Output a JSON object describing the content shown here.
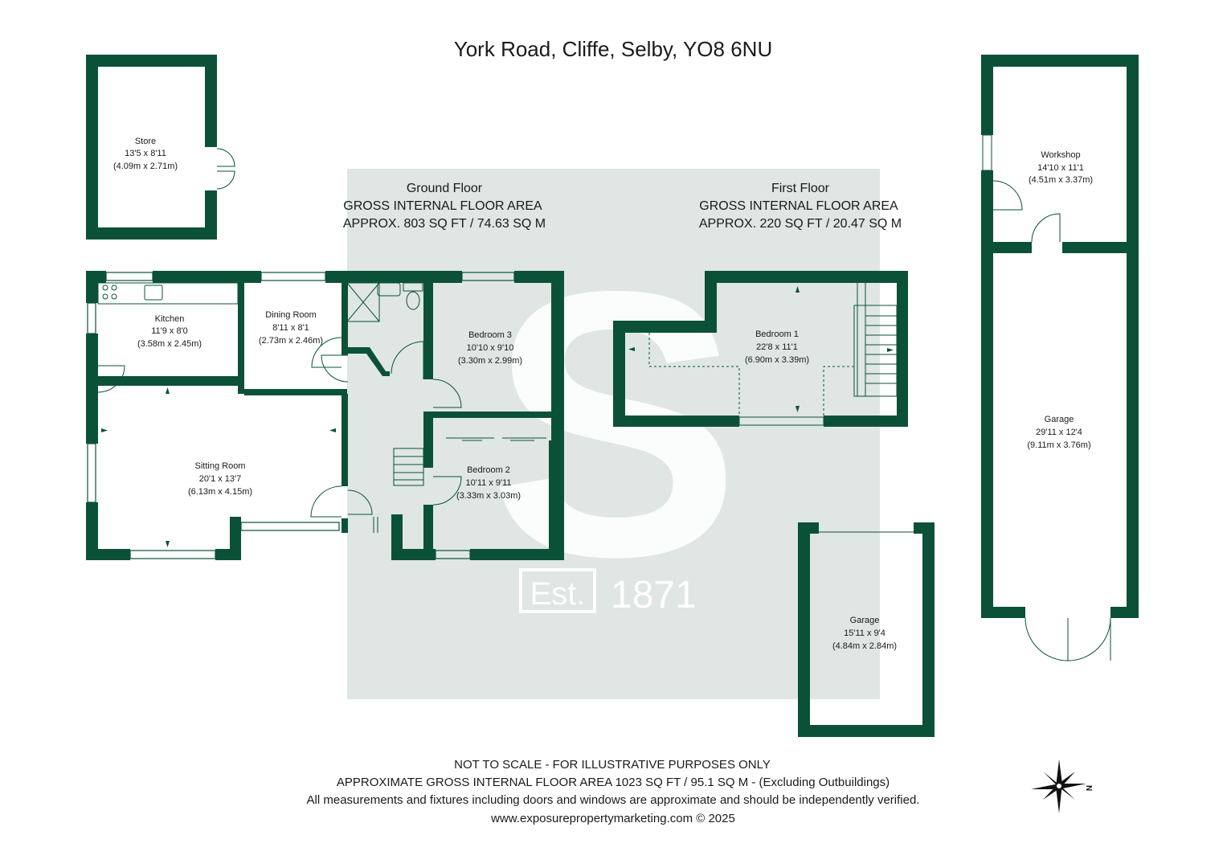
{
  "title": "York Road, Cliffe, Selby, YO8 6NU",
  "floors": {
    "ground": {
      "name": "Ground Floor",
      "area_label": "GROSS INTERNAL FLOOR AREA",
      "area": "APPROX. 803 SQ FT / 74.63 SQ M"
    },
    "first": {
      "name": "First Floor",
      "area_label": "GROSS INTERNAL FLOOR AREA",
      "area": "APPROX. 220 SQ FT / 20.47 SQ M"
    }
  },
  "rooms": {
    "store": {
      "name": "Store",
      "imperial": "13'5 x 8'11",
      "metric": "(4.09m x 2.71m)"
    },
    "kitchen": {
      "name": "Kitchen",
      "imperial": "11'9 x 8'0",
      "metric": "(3.58m x 2.45m)"
    },
    "dining": {
      "name": "Dining Room",
      "imperial": "8'11 x 8'1",
      "metric": "(2.73m x 2.46m)"
    },
    "bedroom3": {
      "name": "Bedroom 3",
      "imperial": "10'10 x 9'10",
      "metric": "(3.30m x 2.99m)"
    },
    "bedroom2": {
      "name": "Bedroom 2",
      "imperial": "10'11 x 9'11",
      "metric": "(3.33m x 3.03m)"
    },
    "sitting": {
      "name": "Sitting Room",
      "imperial": "20'1 x 13'7",
      "metric": "(6.13m x 4.15m)"
    },
    "bedroom1": {
      "name": "Bedroom 1",
      "imperial": "22'8 x 11'1",
      "metric": "(6.90m x 3.39m)"
    },
    "workshop": {
      "name": "Workshop",
      "imperial": "14'10 x 11'1",
      "metric": "(4.51m x 3.37m)"
    },
    "garage_large": {
      "name": "Garage",
      "imperial": "29'11 x 12'4",
      "metric": "(9.11m x 3.76m)"
    },
    "garage_small": {
      "name": "Garage",
      "imperial": "15'11 x 9'4",
      "metric": "(4.84m x 2.84m)"
    }
  },
  "watermark": {
    "est": "Est.",
    "year": "1871",
    "letter": "S"
  },
  "footer": {
    "line1": "NOT TO SCALE - FOR ILLUSTRATIVE PURPOSES ONLY",
    "line2": "APPROXIMATE GROSS INTERNAL FLOOR AREA 1023 SQ FT / 95.1 SQ M - (Excluding Outbuildings)",
    "line3": "All measurements and fixtures including doors and windows are approximate and should be independently verified.",
    "line4": "www.exposurepropertymarketing.com © 2025"
  },
  "compass": {
    "label": "N"
  },
  "colors": {
    "wall": "#0b5138",
    "watermark_bg": "#dfe6e3"
  }
}
